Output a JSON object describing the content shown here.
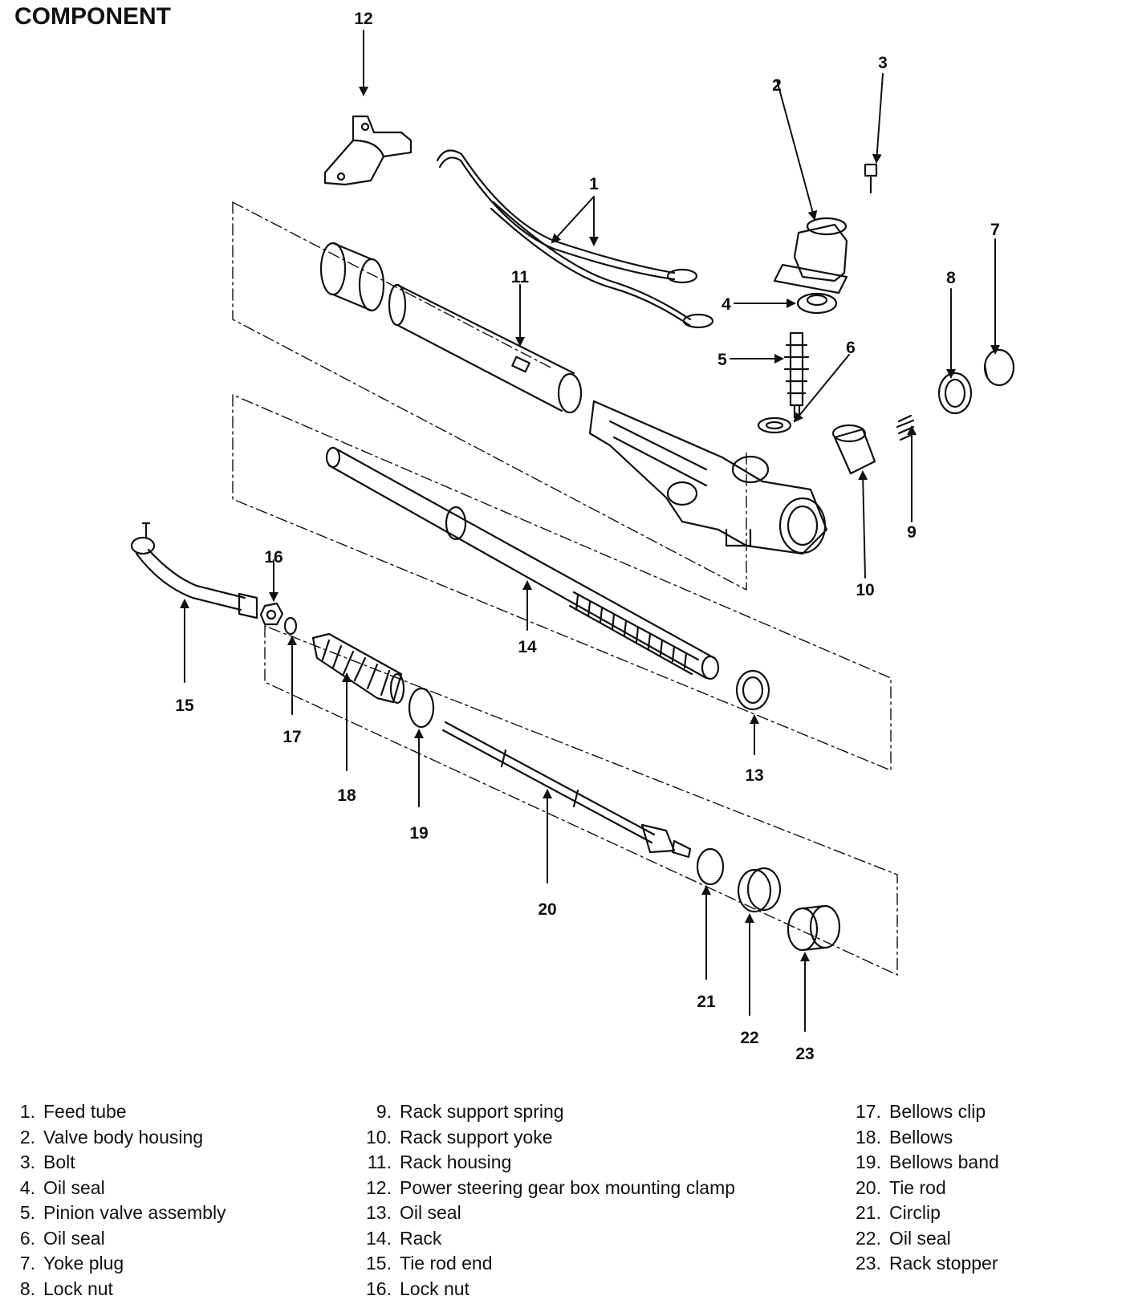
{
  "title": "COMPONENT",
  "callouts": [
    "1",
    "2",
    "3",
    "4",
    "5",
    "6",
    "7",
    "8",
    "9",
    "10",
    "11",
    "12",
    "13",
    "14",
    "15",
    "16",
    "17",
    "18",
    "19",
    "20",
    "21",
    "22",
    "23"
  ],
  "legend": {
    "col1": [
      {
        "num": "1.",
        "text": "Feed tube"
      },
      {
        "num": "2.",
        "text": "Valve body housing"
      },
      {
        "num": "3.",
        "text": "Bolt"
      },
      {
        "num": "4.",
        "text": "Oil seal"
      },
      {
        "num": "5.",
        "text": "Pinion valve assembly"
      },
      {
        "num": "6.",
        "text": "Oil seal"
      },
      {
        "num": "7.",
        "text": "Yoke plug"
      },
      {
        "num": "8.",
        "text": "Lock nut"
      }
    ],
    "col2": [
      {
        "num": "9.",
        "text": "Rack support spring"
      },
      {
        "num": "10.",
        "text": "Rack support yoke"
      },
      {
        "num": "11.",
        "text": "Rack housing"
      },
      {
        "num": "12.",
        "text": "Power steering gear box mounting clamp"
      },
      {
        "num": "13.",
        "text": "Oil seal"
      },
      {
        "num": "14.",
        "text": "Rack"
      },
      {
        "num": "15.",
        "text": "Tie rod end"
      },
      {
        "num": "16.",
        "text": "Lock nut"
      }
    ],
    "col3": [
      {
        "num": "17.",
        "text": "Bellows clip"
      },
      {
        "num": "18.",
        "text": "Bellows"
      },
      {
        "num": "19.",
        "text": "Bellows band"
      },
      {
        "num": "20.",
        "text": "Tie rod"
      },
      {
        "num": "21.",
        "text": "Circlip"
      },
      {
        "num": "22.",
        "text": "Oil seal"
      },
      {
        "num": "23.",
        "text": "Rack stopper"
      }
    ]
  }
}
